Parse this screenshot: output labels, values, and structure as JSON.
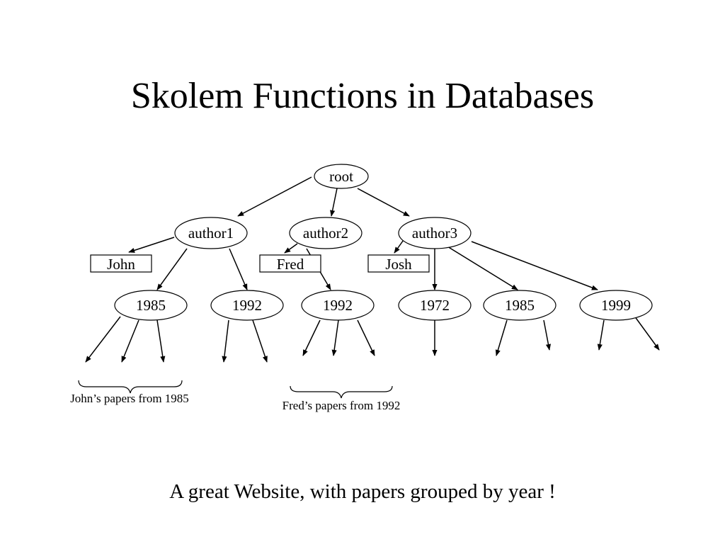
{
  "slide": {
    "title": "Skolem Functions in Databases",
    "caption": "A great Website, with papers grouped by year !"
  },
  "tree": {
    "root": "root",
    "authors": [
      "author1",
      "author2",
      "author3"
    ],
    "names": [
      "John",
      "Fred",
      "Josh"
    ],
    "years": {
      "author1": [
        "1985",
        "1992"
      ],
      "author2": [
        "1992"
      ],
      "author3": [
        "1972",
        "1985",
        "1999"
      ]
    }
  },
  "annotations": {
    "john_papers": "John’s papers from 1985",
    "fred_papers": "Fred’s papers from 1992"
  }
}
